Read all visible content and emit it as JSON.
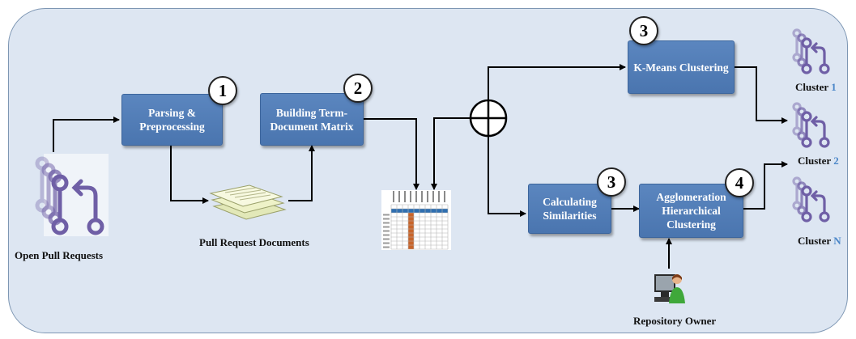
{
  "nodes": {
    "parsing": {
      "line1": "Parsing &",
      "line2": "Preprocessing",
      "step": "1"
    },
    "building": {
      "line1": "Building Term-",
      "line2": "Document Matrix",
      "step": "2"
    },
    "kmeans": {
      "label": "K-Means Clustering",
      "step": "3"
    },
    "similarities": {
      "line1": "Calculating",
      "line2": "Similarities",
      "step": "3"
    },
    "agglomeration": {
      "line1": "Agglomeration",
      "line2": "Hierarchical",
      "line3": "Clustering",
      "step": "4"
    }
  },
  "labels": {
    "open_pull_requests": "Open Pull Requests",
    "pull_request_documents": "Pull Request Documents",
    "repository_owner": "Repository Owner"
  },
  "clusters": [
    {
      "prefix": "Cluster ",
      "id": "1"
    },
    {
      "prefix": "Cluster ",
      "id": "2"
    },
    {
      "prefix": "Cluster ",
      "id": "N"
    }
  ],
  "colors": {
    "panel": "#dde6f2",
    "box": "#4f7cb8",
    "icon": "#6f5fa6",
    "highlight_column": "#c8642a",
    "cluster_number": "#4a86c8"
  },
  "icons": {
    "pull_request": "git-pull-request-icon",
    "documents": "document-stack-icon",
    "matrix": "term-document-matrix-icon",
    "combine": "circled-plus-icon",
    "owner": "user-at-computer-icon"
  }
}
